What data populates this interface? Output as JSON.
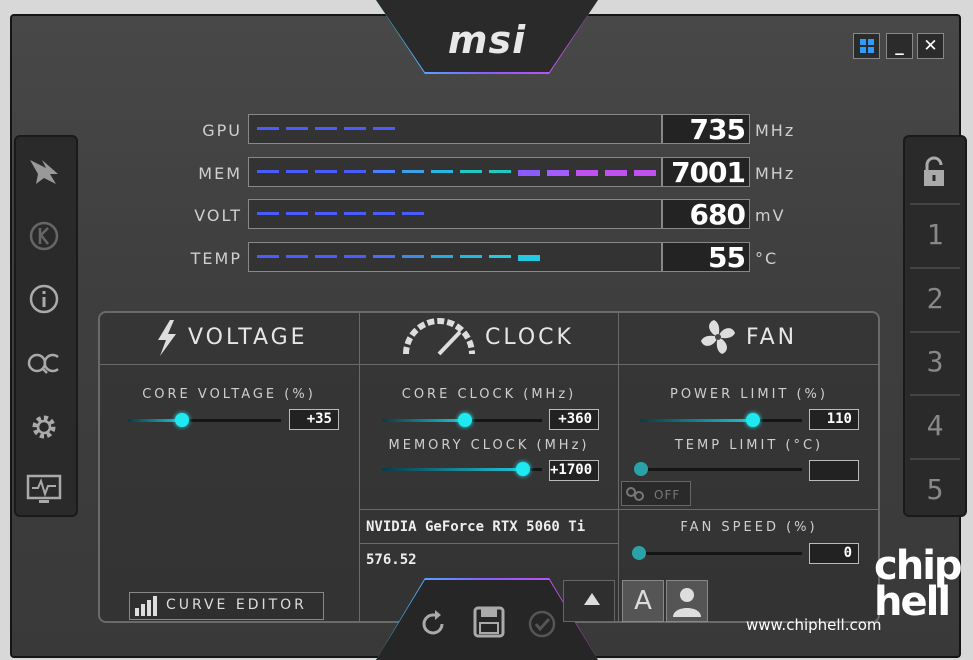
{
  "app": {
    "logo": "msi"
  },
  "window_controls": {
    "min": "_",
    "close": "✕",
    "windows_icon": "windows-icon"
  },
  "left_sidebar": [
    {
      "name": "msi-dragon-icon"
    },
    {
      "name": "k-boost-icon"
    },
    {
      "name": "info-icon"
    },
    {
      "name": "oc-scanner-icon"
    },
    {
      "name": "settings-icon"
    },
    {
      "name": "monitor-icon"
    }
  ],
  "right_sidebar": {
    "lock_icon": "lock-icon",
    "profiles": [
      "1",
      "2",
      "3",
      "4",
      "5"
    ]
  },
  "monitors": [
    {
      "label": "GPU",
      "value": "735",
      "unit": "MHz",
      "level": 0.23,
      "colors": [
        "#4a5cff",
        "#4a5cff",
        "#4a5cff",
        "#4a5cff",
        "#4a5cff"
      ]
    },
    {
      "label": "MEM",
      "value": "7001",
      "unit": "MHz",
      "level": 0.92,
      "colors": [
        "#4a5cff",
        "#4a5cff",
        "#4a5cff",
        "#4a5cff",
        "#4a7dff",
        "#3aa0e8",
        "#23b9e0",
        "#22c9c0",
        "#22c9c0",
        "#8a5cff",
        "#a35cff",
        "#c050f0",
        "#c050f0",
        "#c050f0"
      ]
    },
    {
      "label": "VOLT",
      "value": "680",
      "unit": "mV",
      "level": 0.28,
      "colors": [
        "#4a5cff",
        "#4a5cff",
        "#4a5cff",
        "#4a5cff",
        "#4a5cff",
        "#4a5cff"
      ]
    },
    {
      "label": "TEMP",
      "value": "55",
      "unit": "°C",
      "level": 0.55,
      "colors": [
        "#4a5cff",
        "#4a5cff",
        "#4a5cff",
        "#4a5cff",
        "#4a6dff",
        "#3a8ce8",
        "#2aa8e0",
        "#23b9e0",
        "#23c9e0",
        "#23c9e0"
      ]
    }
  ],
  "sections": {
    "voltage": {
      "title": "VOLTAGE",
      "core_voltage_label": "CORE VOLTAGE (%)",
      "core_voltage_value": "+35",
      "core_voltage_level": 0.35
    },
    "clock": {
      "title": "CLOCK",
      "core_clock_label": "CORE CLOCK (MHz)",
      "core_clock_value": "+360",
      "core_clock_level": 0.52,
      "memory_clock_label": "MEMORY CLOCK (MHz)",
      "memory_clock_value": "+1700",
      "memory_clock_level": 0.88
    },
    "fan": {
      "title": "FAN",
      "power_limit_label": "POWER LIMIT (%)",
      "power_limit_value": "110",
      "power_limit_level": 0.7,
      "temp_limit_label": "TEMP LIMIT (°C)",
      "temp_limit_value": "",
      "temp_limit_level": 0.0,
      "link_state": "OFF",
      "fan_speed_label": "FAN SPEED (%)",
      "fan_speed_value": "0",
      "fan_speed_level": 0.0
    }
  },
  "gpu": {
    "name": "NVIDIA GeForce RTX 5060 Ti",
    "driver": "576.52"
  },
  "curve_editor": {
    "label": "CURVE EDITOR"
  },
  "bottom_controls": {
    "auto_label": "A"
  },
  "watermark": {
    "url": "www.chiphell.com",
    "brand_line1": "chip",
    "brand_line2": "hell"
  },
  "accent_colors": {
    "cyan": "#1ee8f0",
    "purple": "#c050f0",
    "blue": "#4a5cff"
  }
}
